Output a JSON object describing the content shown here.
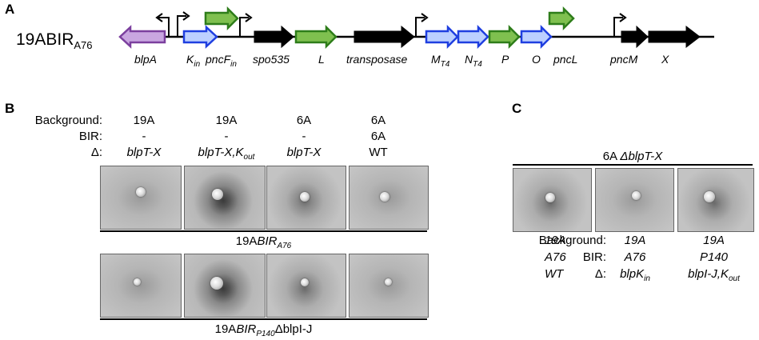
{
  "panel_a": {
    "letter": "A",
    "strain_main": "19ABIR",
    "strain_sub": "A76",
    "genes": [
      {
        "label": "blpA"
      },
      {
        "label_main": "K",
        "label_sub": "in"
      },
      {
        "label_main": "pncF",
        "label_sub": "in"
      },
      {
        "label": "spo535"
      },
      {
        "label": "L"
      },
      {
        "label": "transposase"
      },
      {
        "label_main": "M",
        "label_sub": "T4"
      },
      {
        "label_main": "N",
        "label_sub": "T4"
      },
      {
        "label": "P"
      },
      {
        "label": "O"
      },
      {
        "label": "pncL"
      },
      {
        "label": "pncM"
      },
      {
        "label": "X"
      }
    ],
    "colors": {
      "purple": "#7b3f9e",
      "purple_fill": "#c9a6e0",
      "blue": "#1f3fe0",
      "blue_fill": "#bcd0ff",
      "green": "#2e7d1a",
      "green_fill": "#7fc04f",
      "black": "#000000"
    }
  },
  "panel_b": {
    "letter": "B",
    "row_labels": {
      "background": "Background:",
      "bir": "BIR:",
      "delta": "Δ:"
    },
    "columns": [
      {
        "background": "19A",
        "bir": "-",
        "delta": "blpT-X"
      },
      {
        "background": "19A",
        "bir": "-",
        "delta_main": "blpT-X,K",
        "delta_sub": "out"
      },
      {
        "background": "6A",
        "bir": "-",
        "delta": "blpT-X"
      },
      {
        "background": "6A",
        "bir": "6A",
        "delta": "WT"
      }
    ],
    "indicator_top": {
      "prefix": "19A",
      "main": "BIR",
      "sub": "A76"
    },
    "indicator_bottom": {
      "prefix": "19A",
      "main": "BIR",
      "sub": "P140",
      "suffix": "ΔblpI-J"
    }
  },
  "panel_c": {
    "letter": "C",
    "indicator_prefix": "6A ",
    "indicator_italic": "ΔblpT-X",
    "row_labels": {
      "background": "Background:",
      "bir": "BIR:",
      "delta": "Δ:"
    },
    "columns": [
      {
        "background": "19A",
        "bir": "A76",
        "delta": "WT"
      },
      {
        "background": "19A",
        "bir": "A76",
        "delta_main": "blpK",
        "delta_sub": "in"
      },
      {
        "background": "19A",
        "bir": "P140",
        "delta_main": "blpI-J,K",
        "delta_sub": "out"
      }
    ]
  }
}
